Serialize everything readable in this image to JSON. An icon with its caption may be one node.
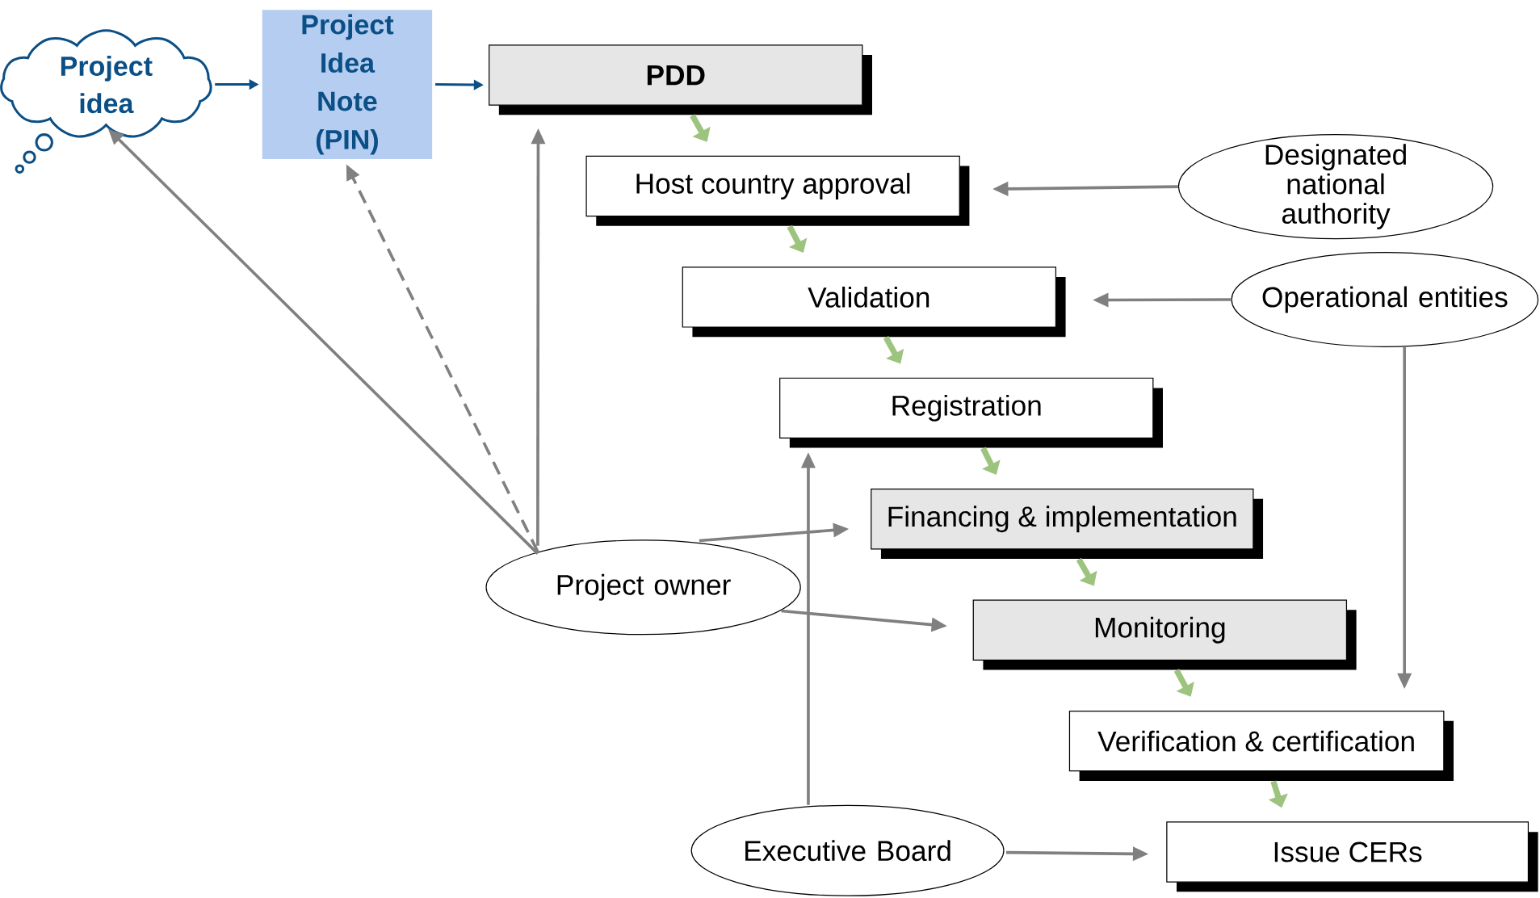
{
  "diagram": {
    "nodes": [
      {
        "text": [
          "Project idea"
        ]
      },
      {
        "text": [
          "Project Idea Note (PIN)"
        ]
      },
      {
        "text": [
          "PDD"
        ]
      },
      {
        "text": [
          "Host country approval"
        ]
      },
      {
        "text": [
          "Validation"
        ]
      },
      {
        "text": [
          "Registration"
        ]
      },
      {
        "text": [
          "Financing & implementation"
        ]
      },
      {
        "text": [
          "Monitoring"
        ]
      },
      {
        "text": [
          "Verification & certification"
        ]
      },
      {
        "text": [
          "Issue CERs"
        ]
      },
      {
        "text": [
          "Designated national authority"
        ]
      },
      {
        "text": [
          "Operational entities"
        ]
      },
      {
        "text": [
          "Project owner"
        ]
      },
      {
        "text": [
          "Executive Board"
        ]
      }
    ],
    "edges": [
      {
        "from": 0,
        "to": 1,
        "arrow": "to",
        "color": "#0b4f86"
      },
      {
        "from": 1,
        "to": 2,
        "arrow": "to",
        "color": "#0b4f86"
      },
      {
        "from": 2,
        "to": 3,
        "arrow": "to",
        "style": "thick",
        "color": "#9dc47e"
      },
      {
        "from": 3,
        "to": 4,
        "arrow": "to",
        "style": "thick",
        "color": "#9dc47e"
      },
      {
        "from": 4,
        "to": 5,
        "arrow": "to",
        "style": "thick",
        "color": "#9dc47e"
      },
      {
        "from": 5,
        "to": 6,
        "arrow": "to",
        "style": "thick",
        "color": "#9dc47e"
      },
      {
        "from": 6,
        "to": 7,
        "arrow": "to",
        "style": "thick",
        "color": "#9dc47e"
      },
      {
        "from": 7,
        "to": 8,
        "arrow": "to",
        "style": "thick",
        "color": "#9dc47e"
      },
      {
        "from": 8,
        "to": 9,
        "arrow": "to",
        "style": "thick",
        "color": "#9dc47e"
      },
      {
        "from": 10,
        "to": 3,
        "arrow": "to"
      },
      {
        "from": 11,
        "to": 4,
        "arrow": "to"
      },
      {
        "from": 11,
        "to": 8,
        "arrow": "to"
      },
      {
        "from": 12,
        "to": 0,
        "arrow": "to"
      },
      {
        "from": 12,
        "to": 1,
        "arrow": "to",
        "style": "dashed"
      },
      {
        "from": 12,
        "to": 2,
        "arrow": "to"
      },
      {
        "from": 12,
        "to": 6,
        "arrow": "to"
      },
      {
        "from": 12,
        "to": 7,
        "arrow": "to"
      },
      {
        "from": 13,
        "to": 5,
        "arrow": "to"
      },
      {
        "from": 13,
        "to": 9,
        "arrow": "to"
      }
    ]
  }
}
